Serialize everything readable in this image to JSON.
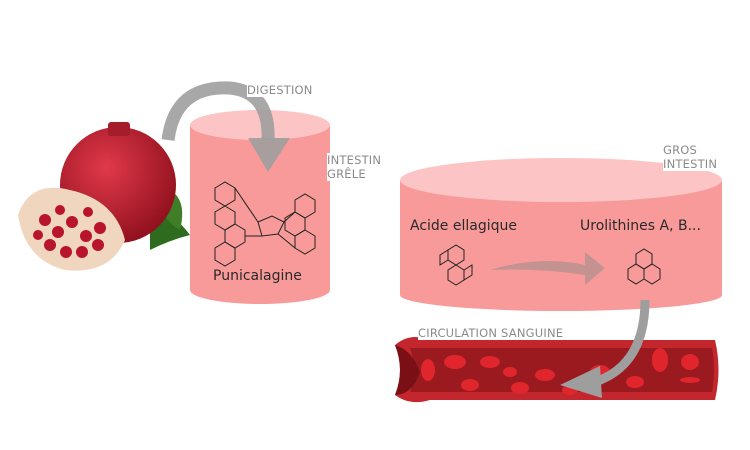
{
  "labels": {
    "digestion": "DIGESTION",
    "small_intestine_line1": "INTESTIN",
    "small_intestine_line2": "GRÊLE",
    "large_intestine_line1": "GROS",
    "large_intestine_line2": "INTESTIN",
    "circulation": "CIRCULATION SANGUINE"
  },
  "compounds": {
    "punicalagin": "Punicalagine",
    "ellagic_acid": "Acide ellagique",
    "urolithins": "Urolithines A, B..."
  },
  "colors": {
    "cylinder": "#f89a9a",
    "cylinder_top": "#fcc4c4",
    "arrow": "#9e9e9e",
    "vessel": "#c4262e",
    "cell": "#e0262c"
  }
}
